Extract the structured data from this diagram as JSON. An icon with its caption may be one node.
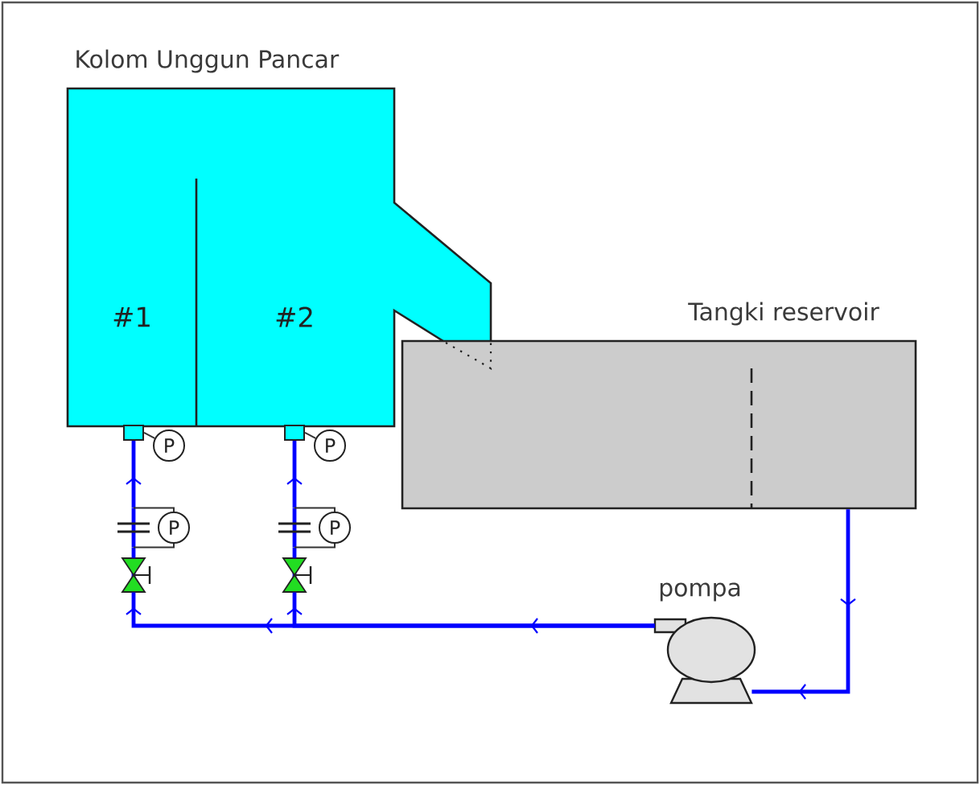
{
  "diagram": {
    "nodes": [
      {
        "text": [
          "Kolom Unggun Pancar",
          "#1",
          "#2"
        ]
      },
      {
        "text": [
          "Tangki reservoir"
        ]
      },
      {
        "text": [],
        "shape": "box"
      },
      {
        "text": [
          "P"
        ]
      },
      {
        "text": [],
        "shape": "box"
      },
      {
        "text": [
          "P"
        ]
      },
      {
        "text": [],
        "shape": "bar"
      },
      {
        "text": [
          "P"
        ]
      },
      {
        "text": [],
        "shape": "bar"
      },
      {
        "text": [
          "P"
        ]
      },
      {
        "text": [],
        "shape": "valve"
      },
      {
        "text": [],
        "shape": "valve"
      },
      {
        "text": [
          "pompa"
        ]
      }
    ],
    "edges": [
      {
        "from": 1,
        "to": 12,
        "arrow": "to"
      },
      {
        "from": 12,
        "to": 10,
        "arrow": "to"
      },
      {
        "from": 12,
        "to": 11,
        "arrow": "to"
      },
      {
        "from": 10,
        "to": 6,
        "arrow": "none"
      },
      {
        "from": 11,
        "to": 8,
        "arrow": "none"
      },
      {
        "from": 6,
        "to": 2,
        "arrow": "to"
      },
      {
        "from": 8,
        "to": 4,
        "arrow": "to"
      },
      {
        "from": 2,
        "to": 3,
        "arrow": "none",
        "color": "#333333"
      },
      {
        "from": 4,
        "to": 5,
        "arrow": "none",
        "color": "#333333"
      },
      {
        "from": 6,
        "to": 7,
        "arrow": "none",
        "color": "#333333"
      },
      {
        "from": 6,
        "to": 7,
        "arrow": "none",
        "color": "#333333"
      },
      {
        "from": 8,
        "to": 9,
        "arrow": "none",
        "color": "#333333"
      },
      {
        "from": 8,
        "to": 9,
        "arrow": "none",
        "color": "#333333"
      }
    ]
  }
}
